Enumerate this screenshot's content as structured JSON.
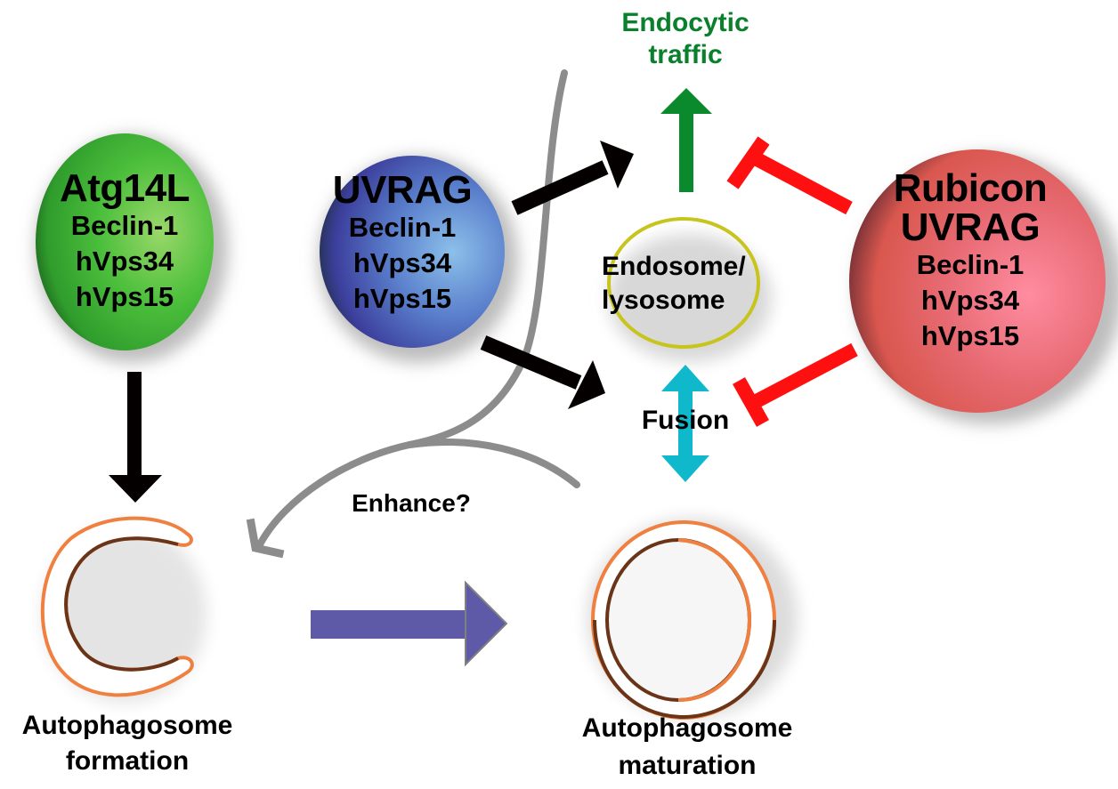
{
  "colors": {
    "atg14l_complex": "#3fb23a",
    "uvrag_complex": "#5b72c8",
    "rubicon_complex": "#e46870",
    "endocytic_arrow": "#0a8a2c",
    "endocytic_text": "#0a7f2c",
    "inhibition": "#ff1010",
    "fusion_arrow": "#10b8cc",
    "progression_arrow": "#5f5aa8",
    "enhance_curve": "#8c8c8c",
    "endosome_membrane": "#c8c41e",
    "autophagosome_outer": "#f08040",
    "autophagosome_inner": "#6a3418"
  },
  "complexes": {
    "atg14l": {
      "head": "Atg14L",
      "members": [
        "Beclin-1",
        "hVps34",
        "hVps15"
      ]
    },
    "uvrag": {
      "head": "UVRAG",
      "members": [
        "Beclin-1",
        "hVps34",
        "hVps15"
      ]
    },
    "rubicon": {
      "head": [
        "Rubicon",
        "UVRAG"
      ],
      "members": [
        "Beclin-1",
        "hVps34",
        "hVps15"
      ]
    }
  },
  "labels": {
    "endocytic_traffic": [
      "Endocytic",
      "traffic"
    ],
    "endosome_lysosome": [
      "Endosome/",
      "lysosome"
    ],
    "fusion": "Fusion",
    "enhance": "Enhance?",
    "autophagosome_formation": [
      "Autophagosome",
      "formation"
    ],
    "autophagosome_maturation": [
      "Autophagosome",
      "maturation"
    ]
  },
  "edges": [
    {
      "from": "Atg14L complex",
      "to": "Autophagosome formation",
      "type": "activation"
    },
    {
      "from": "UVRAG complex",
      "to": "Endocytic traffic",
      "type": "activation"
    },
    {
      "from": "UVRAG complex",
      "to": "Fusion",
      "type": "activation"
    },
    {
      "from": "Endosome/lysosome",
      "to": "Endocytic traffic",
      "type": "activation"
    },
    {
      "from": "Rubicon complex",
      "to": "Endocytic traffic",
      "type": "inhibition"
    },
    {
      "from": "Rubicon complex",
      "to": "Fusion",
      "type": "inhibition"
    },
    {
      "from": "Endosome/lysosome",
      "to": "Autophagosome maturation",
      "type": "fusion (bidirectional)"
    },
    {
      "from": "Autophagosome formation",
      "to": "Autophagosome maturation",
      "type": "progression"
    },
    {
      "from": "UVRAG / maturation",
      "to": "Autophagosome formation",
      "type": "enhance (putative)"
    }
  ]
}
